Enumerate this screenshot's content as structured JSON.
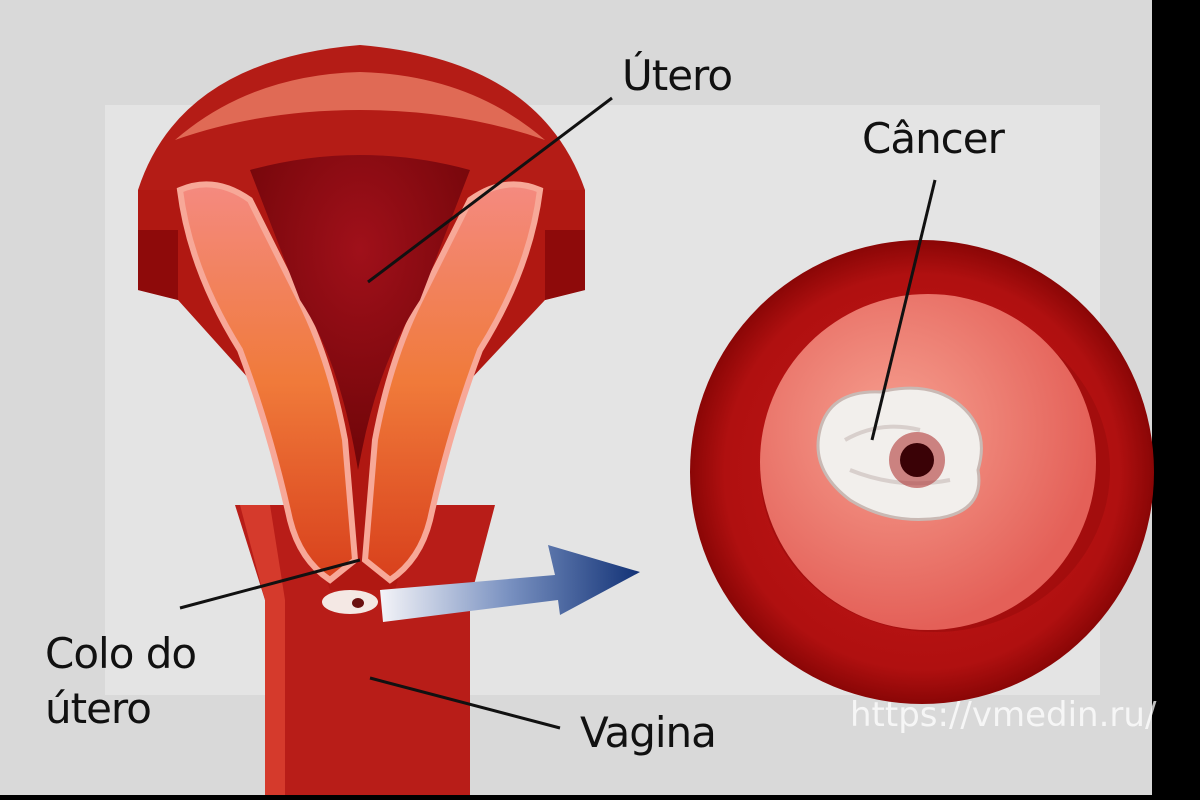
{
  "labels": {
    "uterus": "Útero",
    "cancer": "Câncer",
    "cervix_line1": "Colo do",
    "cervix_line2": "útero",
    "vagina": "Vagina"
  },
  "watermark": "https://vmedin.ru/",
  "colors": {
    "tissue_dark": "#8e0a0a",
    "tissue_mid": "#c8281e",
    "tissue_light": "#f07a60",
    "arrow": "#1c3e86",
    "background": "#e4e4e4"
  }
}
